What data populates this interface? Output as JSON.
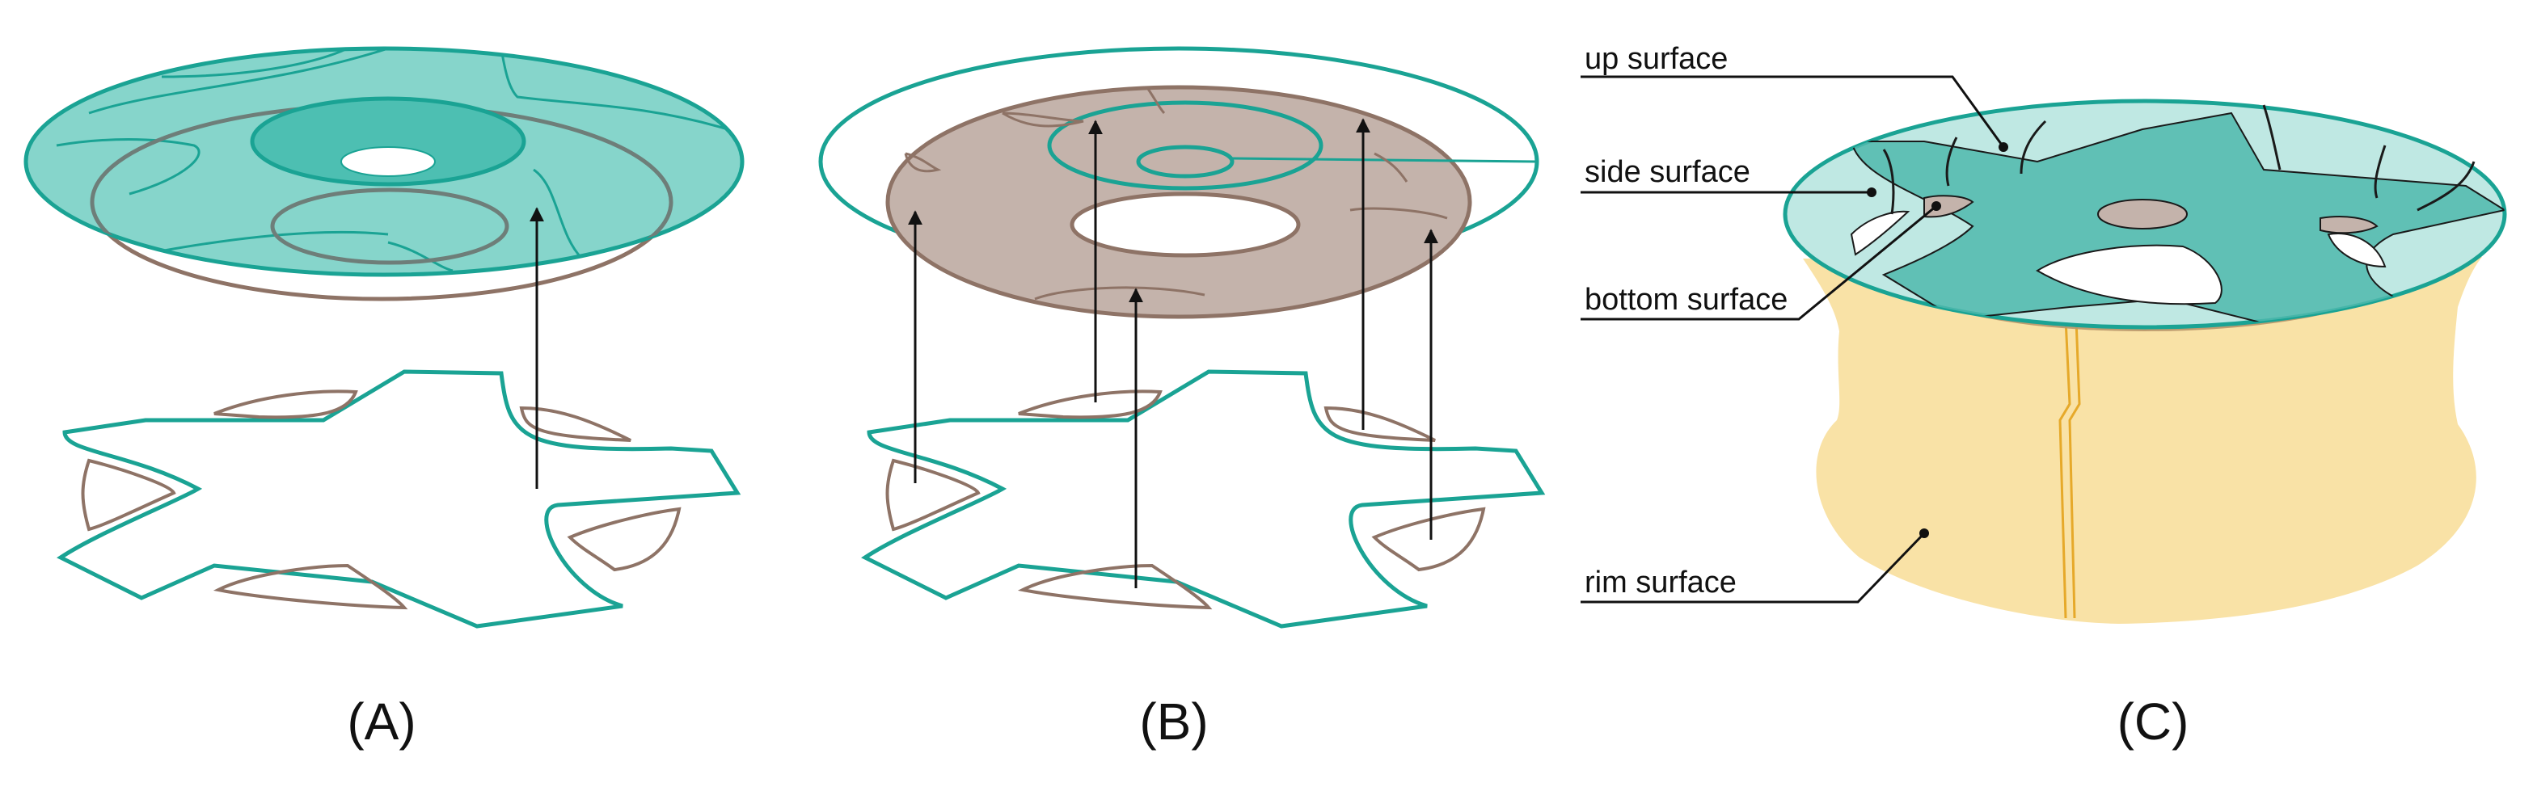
{
  "panels": {
    "a": {
      "label": "(A)"
    },
    "b": {
      "label": "(B)"
    },
    "c": {
      "label": "(C)",
      "callouts": {
        "up": "up surface",
        "side": "side surface",
        "bottom": "bottom surface",
        "rim": "rim surface"
      }
    }
  },
  "colors": {
    "teal_fill": "#7fd3c8",
    "teal_dark": "#4dbfb2",
    "teal_stroke": "#1aa394",
    "brown_fill": "#c4b3ab",
    "brown_stroke": "#8e7366",
    "rim_fill": "#f9e2a6",
    "rim_seam": "#e6a92a"
  }
}
